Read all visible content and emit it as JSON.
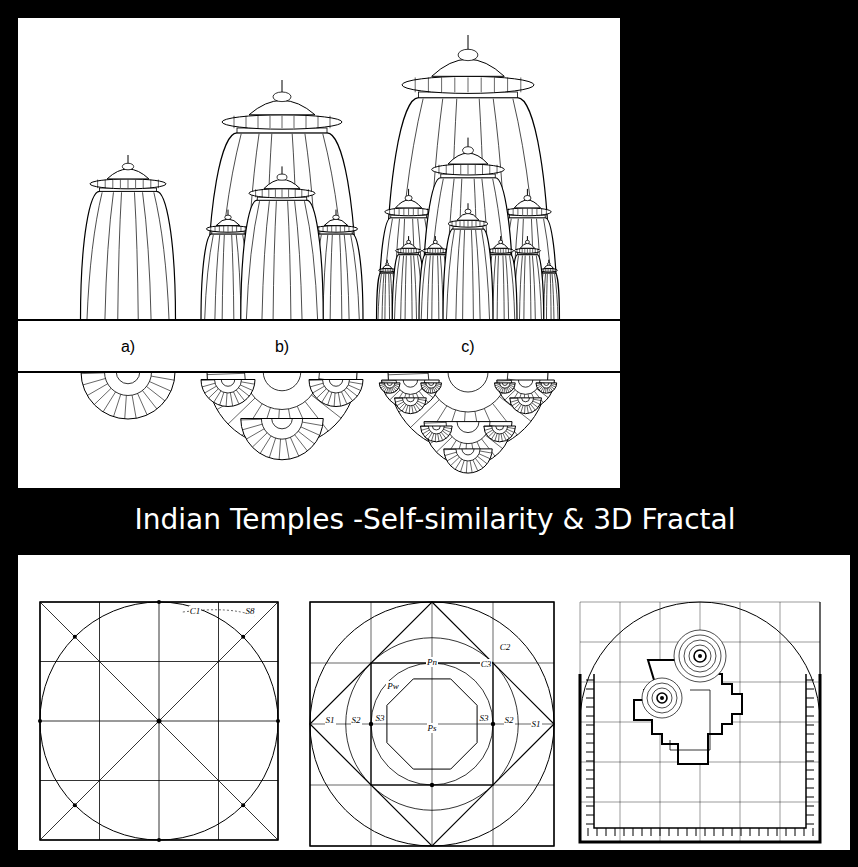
{
  "diagram": {
    "title": "Indian Temples -Self-similarity & 3D Fractal",
    "labels": [
      "a)",
      "b)",
      "c)",
      "C1",
      "S8",
      "Pn",
      "C2",
      "C3",
      "Pw",
      "S1",
      "S2",
      "S3",
      "Ps",
      "S3",
      "S2",
      "S1"
    ]
  }
}
